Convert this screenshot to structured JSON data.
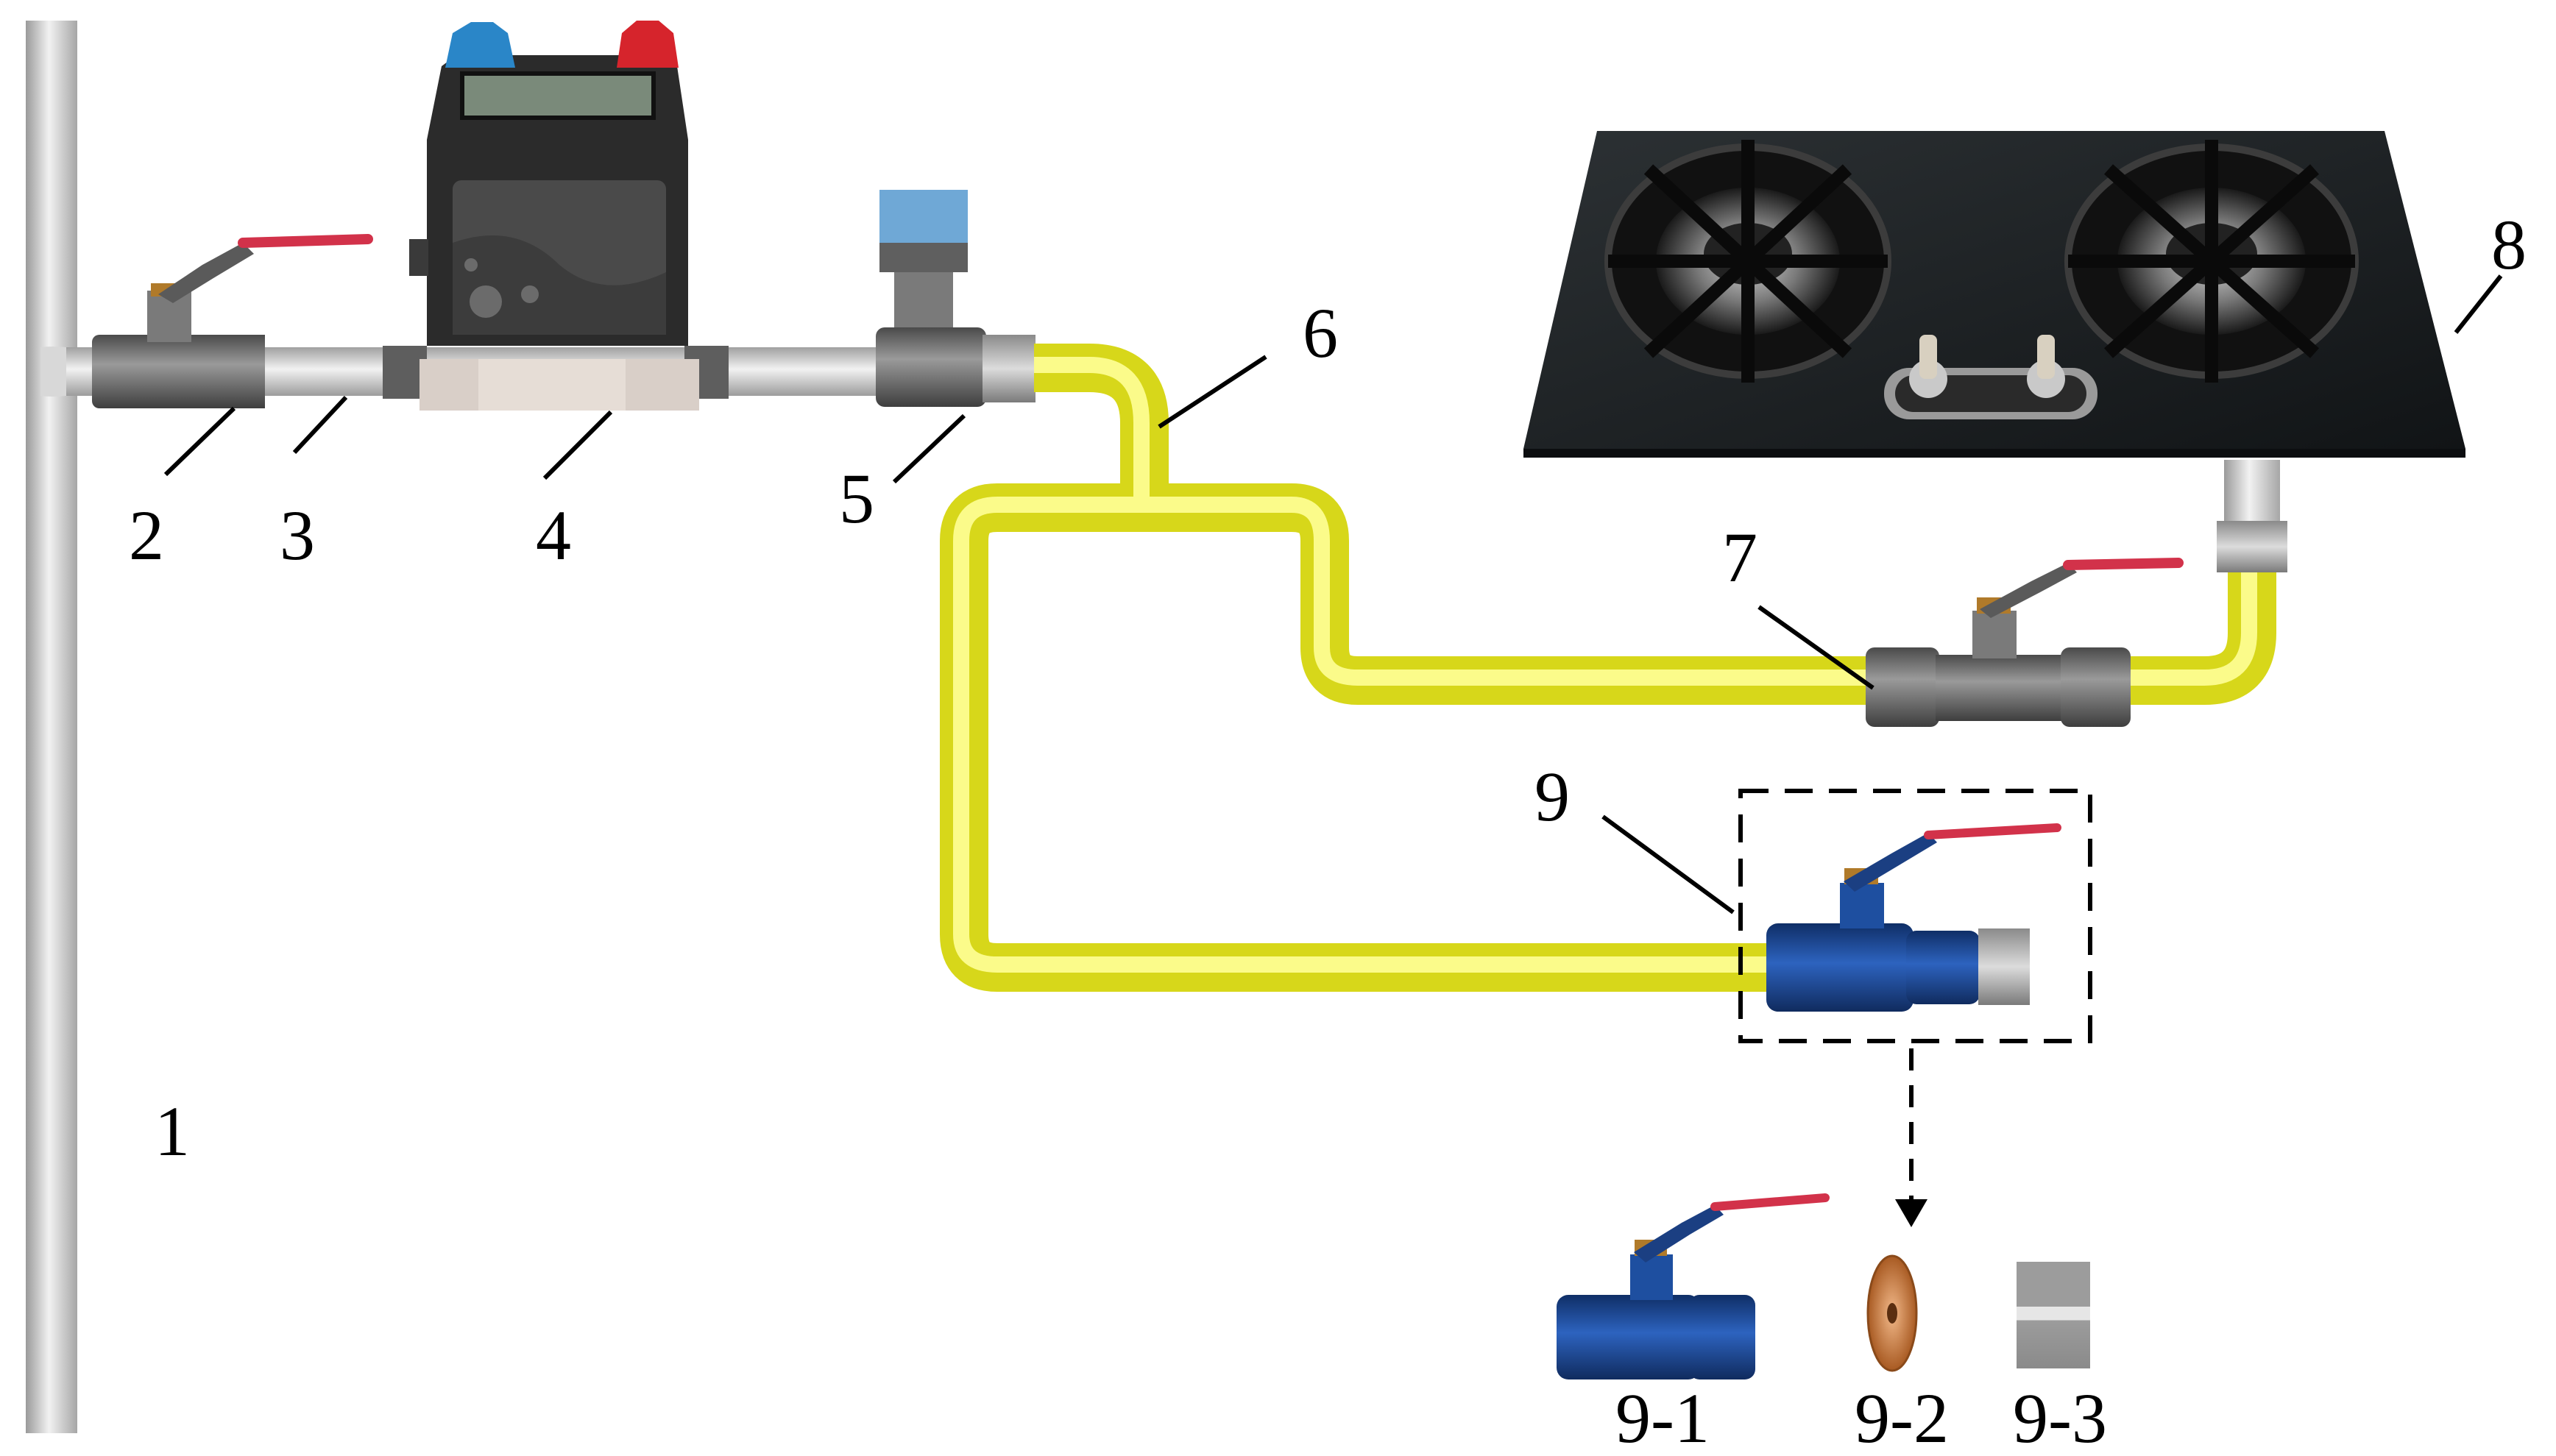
{
  "labels": {
    "main_pipe": "1",
    "inlet_valve": "2",
    "connector_pipe": "3",
    "gas_meter": "4",
    "tee_joint": "5",
    "yellow_hose": "6",
    "stove_valve": "7",
    "gas_stove": "8",
    "reserved_valve_assembly": "9",
    "valve_body": "9-1",
    "gasket": "9-2",
    "plug_cap": "9-3"
  },
  "colors": {
    "main_pipe": "#c9c9c9",
    "hose": "#ecec1e",
    "valve_metal": "#6e6e6e",
    "valve_blue": "#1e4fa0",
    "handle_red": "#d2324a",
    "meter_body": "#2b2b2b",
    "meter_blue_cap": "#2a86c8",
    "meter_red_cap": "#d6242c",
    "stove_glass": "#1e2224",
    "gasket": "#c9783a",
    "solenoid": "#6fa8d6"
  }
}
